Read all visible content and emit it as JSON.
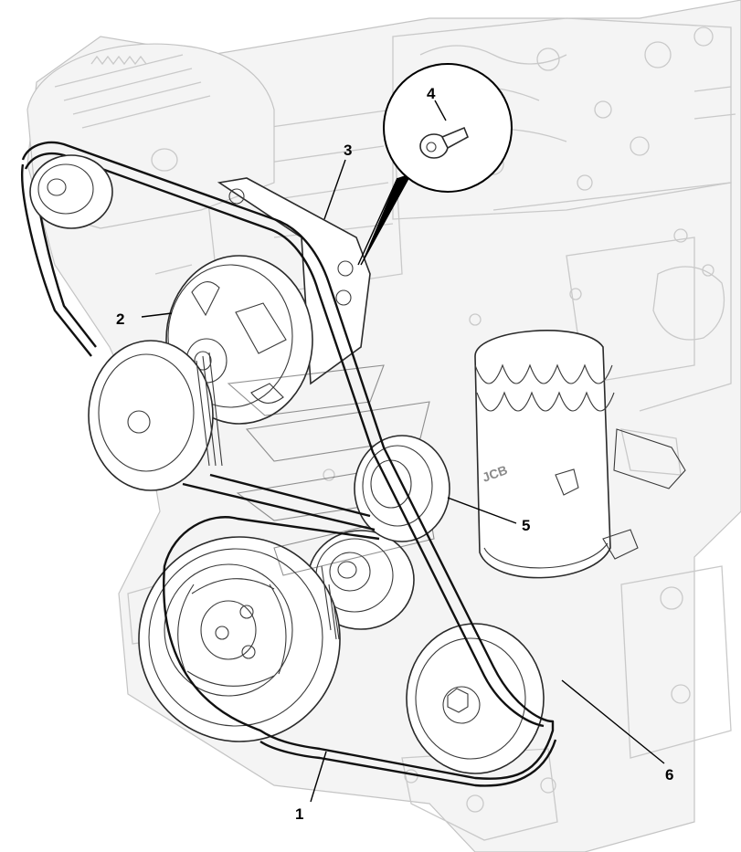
{
  "callouts": [
    {
      "id": "1",
      "label": "1"
    },
    {
      "id": "2",
      "label": "2"
    },
    {
      "id": "3",
      "label": "3"
    },
    {
      "id": "4",
      "label": "4"
    },
    {
      "id": "5",
      "label": "5"
    },
    {
      "id": "6",
      "label": "6"
    }
  ],
  "watermark": "JCB",
  "colors": {
    "line": "#111111",
    "ghost": "#c9c9c9",
    "background": "#ffffff"
  }
}
